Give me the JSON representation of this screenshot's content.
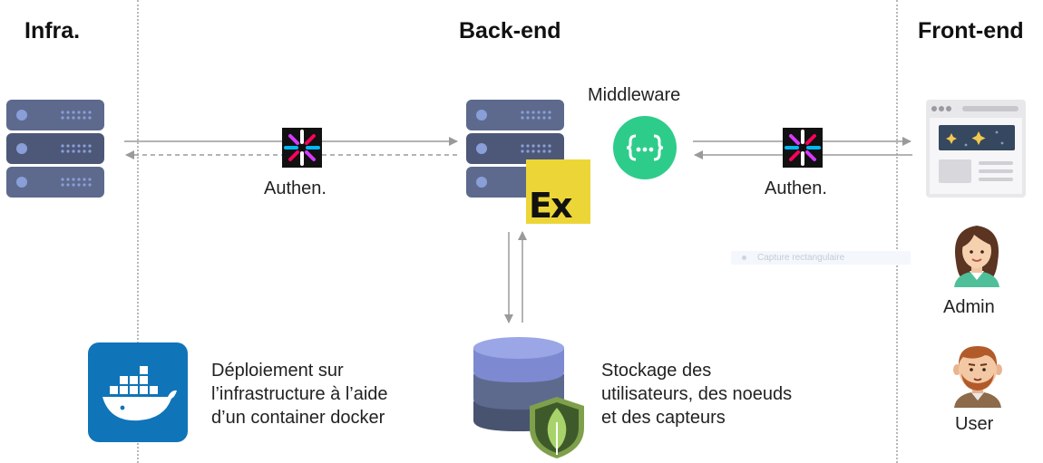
{
  "columns": {
    "infra": "Infra.",
    "backend": "Back-end",
    "frontend": "Front-end"
  },
  "labels": {
    "middleware": "Middleware",
    "authen_left": "Authen.",
    "authen_right": "Authen.",
    "express": "Ex",
    "admin": "Admin",
    "user": "User",
    "capture": "Capture rectangulaire"
  },
  "descriptions": {
    "docker": [
      "Déploiement sur",
      "l’infrastructure à l’aide",
      "d’un container docker"
    ],
    "storage": [
      "Stockage des",
      "utilisateurs, des noeuds",
      "et des capteurs"
    ]
  },
  "colors": {
    "server": "#5d6a8e",
    "server_dark": "#48536f",
    "express": "#ecd637",
    "middleware": "#2ecc8a",
    "docker": "#1074b8",
    "db_top": "#7d8ad1",
    "db_mid": "#596487",
    "mongo": "#7fa04a",
    "arrow": "#9a9a9a"
  }
}
